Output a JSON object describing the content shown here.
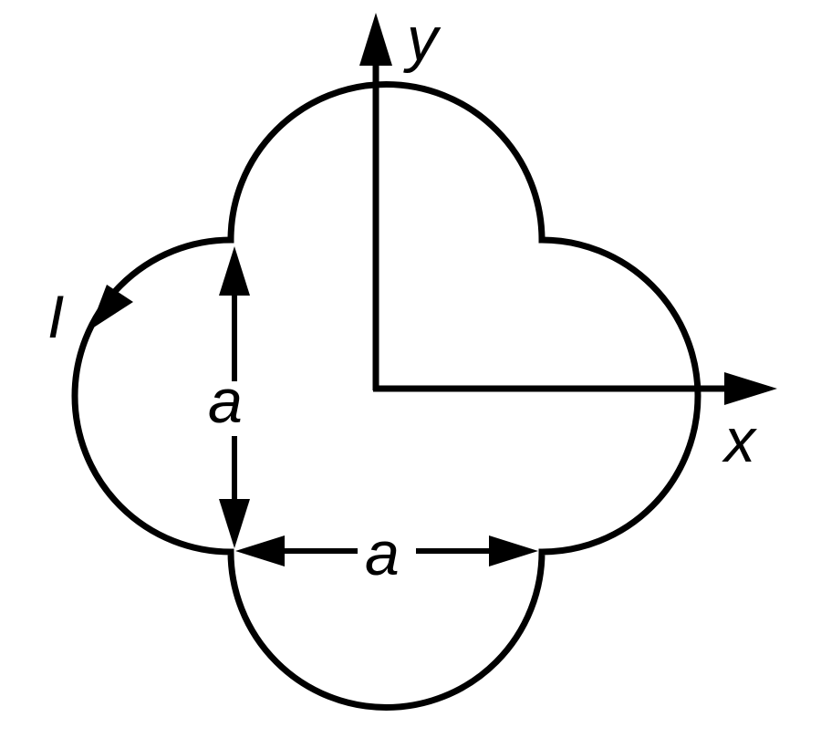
{
  "diagram": {
    "labels": {
      "y_axis": "y",
      "x_axis": "x",
      "current": "I",
      "vertical_dimension": "a",
      "horizontal_dimension": "a"
    },
    "ink_color": "#000000",
    "background_color": "#ffffff"
  }
}
